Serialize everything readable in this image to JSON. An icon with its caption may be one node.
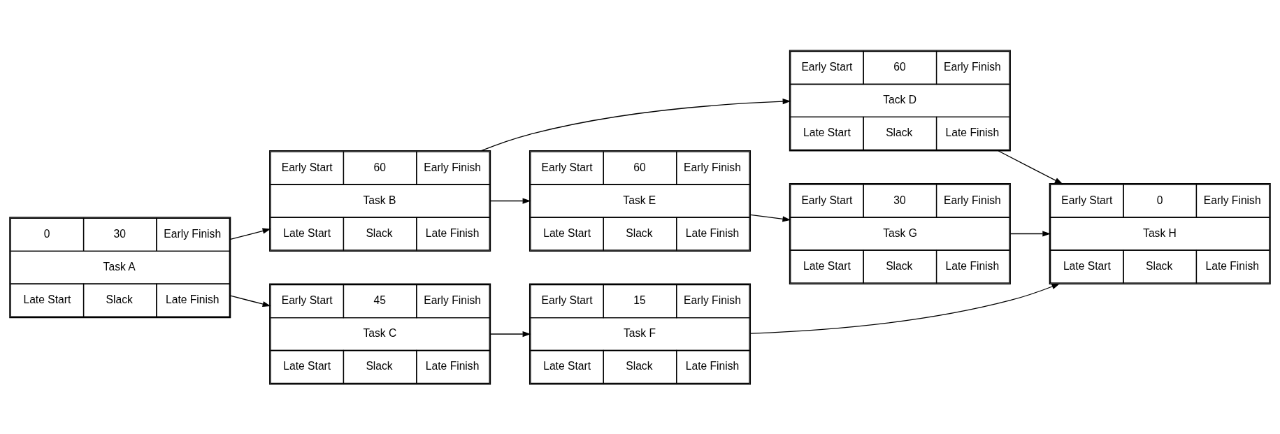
{
  "diagram": {
    "nodes": [
      {
        "text": [
          "0",
          "30",
          "Early Finish",
          "Task A",
          "Late Start",
          "Slack",
          "Late Finish"
        ]
      },
      {
        "text": [
          "Early Start",
          "60",
          "Early Finish",
          "Task B",
          "Late Start",
          "Slack",
          "Late Finish"
        ]
      },
      {
        "text": [
          "Early Start",
          "60",
          "Early Finish",
          "Tack D",
          "Late Start",
          "Slack",
          "Late Finish"
        ]
      },
      {
        "text": [
          "Early Start",
          "60",
          "Early Finish",
          "Task E",
          "Late Start",
          "Slack",
          "Late Finish"
        ]
      },
      {
        "text": [
          "Early Start",
          "30",
          "Early Finish",
          "Task G",
          "Late Start",
          "Slack",
          "Late Finish"
        ]
      },
      {
        "text": [
          "Early Start",
          "0",
          "Early Finish",
          "Task H",
          "Late Start",
          "Slack",
          "Late Finish"
        ]
      },
      {
        "text": [
          "Early Start",
          "45",
          "Early Finish",
          "Task C",
          "Late Start",
          "Slack",
          "Late Finish"
        ]
      },
      {
        "text": [
          "Early Start",
          "15",
          "Early Finish",
          "Task F",
          "Late Start",
          "Slack",
          "Late Finish"
        ]
      }
    ],
    "edges": [
      {
        "from": 0,
        "to": 1,
        "arrow": "to"
      },
      {
        "from": 0,
        "to": 6,
        "arrow": "to"
      },
      {
        "from": 1,
        "to": 2,
        "arrow": "to"
      },
      {
        "from": 1,
        "to": 3,
        "arrow": "to"
      },
      {
        "from": 6,
        "to": 7,
        "arrow": "to"
      },
      {
        "from": 3,
        "to": 4,
        "arrow": "to"
      },
      {
        "from": 2,
        "to": 5,
        "arrow": "to"
      },
      {
        "from": 4,
        "to": 5,
        "arrow": "to"
      },
      {
        "from": 7,
        "to": 5,
        "arrow": "to"
      }
    ]
  }
}
